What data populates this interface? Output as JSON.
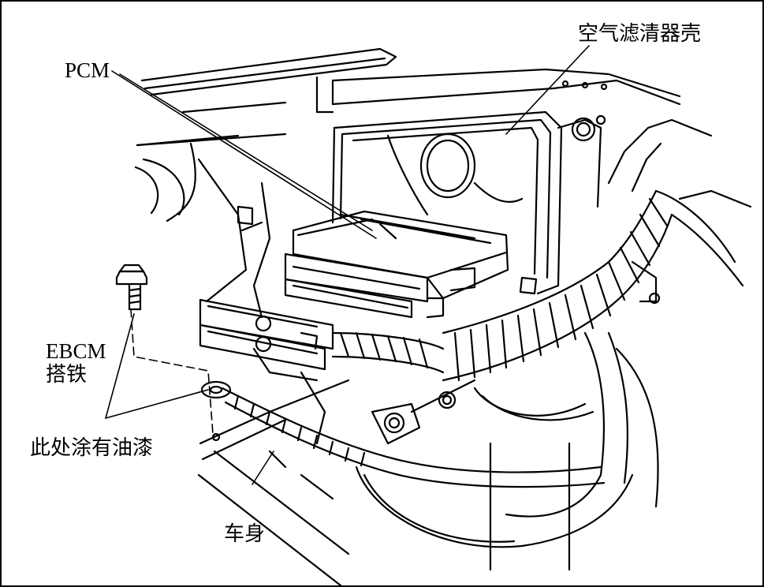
{
  "labels": {
    "air_cleaner": "空气滤清器壳",
    "pcm": "PCM",
    "ebcm_strap_line1": "EBCM",
    "ebcm_strap_line2": "搭铁",
    "paint_note": "此处涂有油漆",
    "body": "车身"
  },
  "colors": {
    "line": "#000000",
    "background": "#ffffff"
  }
}
